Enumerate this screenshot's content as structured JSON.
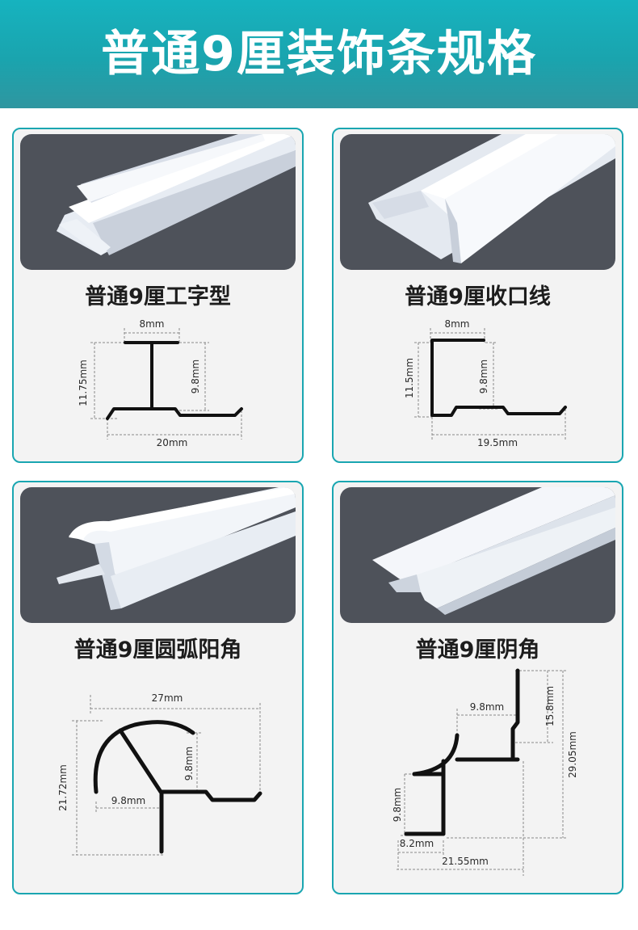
{
  "header": {
    "title": "普通9厘装饰条规格"
  },
  "products": [
    {
      "name": "普通9厘工字型",
      "dims": {
        "top_width": "8mm",
        "height": "11.75mm",
        "inner_height": "9.8mm",
        "total_width": "20mm"
      }
    },
    {
      "name": "普通9厘收口线",
      "dims": {
        "top_width": "8mm",
        "height": "11.5mm",
        "inner_height": "9.8mm",
        "total_width": "19.5mm"
      }
    },
    {
      "name": "普通9厘圆弧阳角",
      "dims": {
        "top_width": "27mm",
        "height": "21.72mm",
        "inner_height": "9.8mm",
        "inner_width": "9.8mm"
      }
    },
    {
      "name": "普通9厘阴角",
      "dims": {
        "top_width": "9.8mm",
        "upper_height": "15.8mm",
        "total_height": "29.05mm",
        "lower_height": "9.8mm",
        "base_width": "8.2mm",
        "total_width": "21.55mm"
      }
    }
  ]
}
